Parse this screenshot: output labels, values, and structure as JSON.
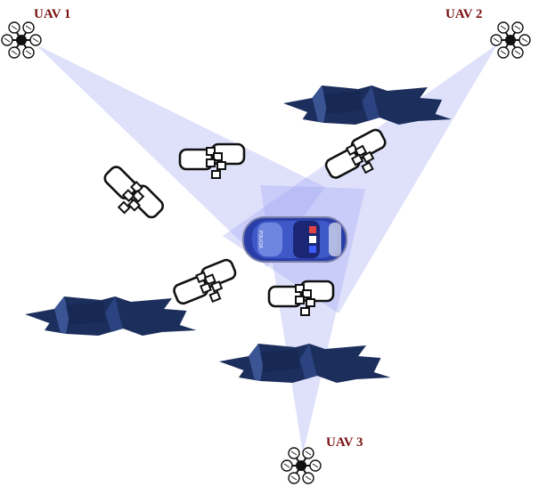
{
  "uavs": [
    {
      "label": "UAV 1"
    },
    {
      "label": "UAV 2"
    },
    {
      "label": "UAV 3"
    }
  ],
  "car": {
    "text": "POLICIA"
  },
  "colors": {
    "label": "#7a1212",
    "fov": "#9da2f2",
    "building": "#1c2e5c",
    "car_body": "#2a3ea8",
    "uav_frame": "#111111"
  },
  "icons": {
    "uav": "hexacopter-icon",
    "person": "person-group-icon",
    "building": "building-icon",
    "car": "police-car-icon"
  }
}
